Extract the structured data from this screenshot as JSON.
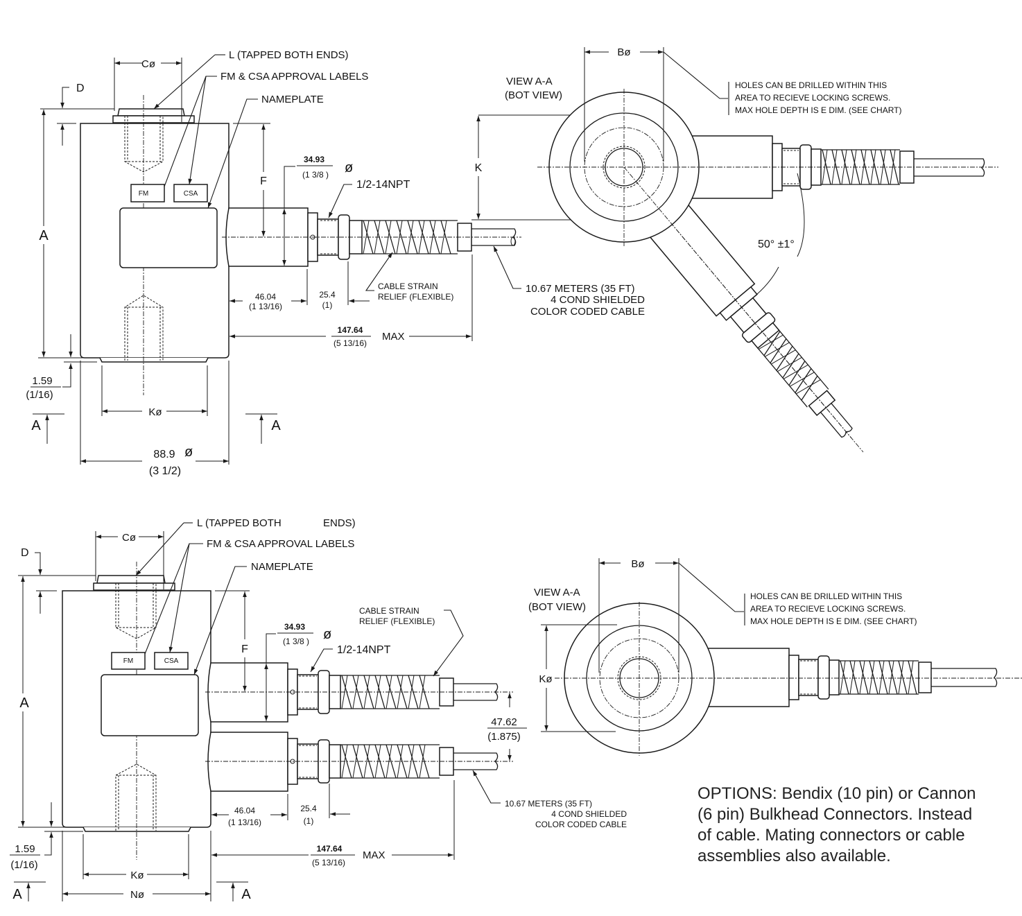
{
  "top_view": {
    "callouts": {
      "tapped": "L (TAPPED BOTH ENDS)",
      "approval_labels": "FM & CSA APPROVAL LABELS",
      "nameplate": "NAMEPLATE",
      "npt": "1/2-14NPT",
      "strain_relief_1": "CABLE STRAIN",
      "strain_relief_2": "RELIEF (FLEXIBLE)",
      "cable_1": "10.67 METERS (35 FT)",
      "cable_2": "4 COND SHIELDED",
      "cable_3": "COLOR CODED CABLE"
    },
    "labels": {
      "fm": "FM",
      "csa": "CSA"
    },
    "dims": {
      "c_dia": "Cø",
      "d": "D",
      "a": "A",
      "f": "F",
      "k": "K",
      "k_dia": "Kø",
      "hub_mm": "34.93",
      "hub_in": "(1 3/8    )",
      "dia_sym": "ø",
      "d46_mm": "46.04",
      "d46_in": "(1 13/16)",
      "d25_mm": "25.4",
      "d25_in": "(1)",
      "max_mm": "147.64",
      "max_in": "(5 13/16)",
      "max": "MAX",
      "d159_mm": "1.59",
      "d159_in": "(1/16)",
      "body_mm": "88.9",
      "body_in": "(3 1/2)",
      "section": "A"
    }
  },
  "top_bottom_view": {
    "title_1": "VIEW A-A",
    "title_2": "(BOT VIEW)",
    "b_dia": "Bø",
    "k": "K",
    "angle": "50°  ±1°",
    "note_1": "HOLES CAN BE DRILLED WITHIN THIS",
    "note_2": "AREA TO RECIEVE LOCKING SCREWS.",
    "note_3": "MAX HOLE DEPTH IS E DIM. (SEE CHART)"
  },
  "lower_view": {
    "callouts": {
      "tapped_1": "L (TAPPED BOTH",
      "tapped_2": "ENDS)",
      "approval_labels": "FM & CSA APPROVAL LABELS",
      "nameplate": "NAMEPLATE",
      "npt": "1/2-14NPT",
      "strain_relief_1": "CABLE STRAIN",
      "strain_relief_2": "RELIEF (FLEXIBLE)",
      "cable_1": "10.67 METERS (35 FT)",
      "cable_2": "4 COND SHIELDED",
      "cable_3": "COLOR CODED CABLE"
    },
    "labels": {
      "fm": "FM",
      "csa": "CSA"
    },
    "dims": {
      "c_dia": "Cø",
      "d": "D",
      "a": "A",
      "f": "F",
      "k_dia": "Kø",
      "n_dia": "Nø",
      "hub_mm": "34.93",
      "hub_in": "(1 3/8    )",
      "dia_sym": "ø",
      "spacing_mm": "47.62",
      "spacing_in": "(1.875)",
      "d46_mm": "46.04",
      "d46_in": "(1 13/16)",
      "d25_mm": "25.4",
      "d25_in": "(1)",
      "max_mm": "147.64",
      "max_in": "(5 13/16)",
      "max": "MAX",
      "d159_mm": "1.59",
      "d159_in": "(1/16)",
      "section": "A"
    }
  },
  "lower_bottom_view": {
    "title_1": "VIEW A-A",
    "title_2": "(BOT VIEW)",
    "b_dia": "Bø",
    "k_dia": "Kø",
    "note_1": "HOLES CAN BE DRILLED WITHIN THIS",
    "note_2": "AREA TO RECIEVE LOCKING SCREWS.",
    "note_3": "MAX HOLE DEPTH IS E DIM. (SEE CHART)"
  },
  "options": {
    "line_1": "OPTIONS:  Bendix (10 pin) or Cannon",
    "line_2": "(6 pin) Bulkhead Connectors. Instead",
    "line_3": "of cable. Mating connectors or cable",
    "line_4": "assemblies also available."
  }
}
